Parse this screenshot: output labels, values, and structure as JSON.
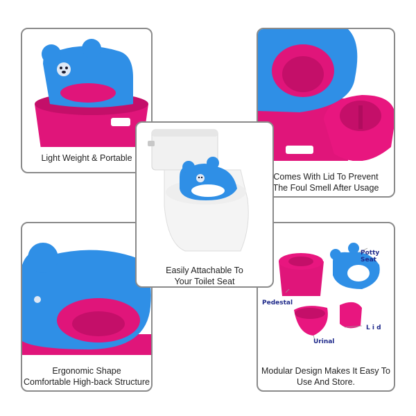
{
  "panels": {
    "top_left": {
      "caption": "Light Weight & Portable"
    },
    "top_right": {
      "caption_line1": "Comes With Lid To Prevent",
      "caption_line2": "The Foul Smell After Usage"
    },
    "center": {
      "caption_line1": "Easily Attachable To",
      "caption_line2": "Your Toilet Seat"
    },
    "bottom_left": {
      "caption_line1": "Ergonomic Shape",
      "caption_line2": "Comfortable High-back Structure"
    },
    "bottom_right": {
      "caption_line1": "Modular Design Makes It Easy To",
      "caption_line2": "Use And Store.",
      "part_labels": {
        "potty_seat": "Potty Seat",
        "pedestal": "Pedestal",
        "urinal": "Urinal",
        "lid": "L i d"
      }
    }
  },
  "colors": {
    "blue": "#2f8fe6",
    "pink": "#e0157a",
    "frame": "#8a8a8a"
  },
  "icons": [
    "bear-face-icon",
    "potty-seat-icon",
    "toilet-icon"
  ]
}
